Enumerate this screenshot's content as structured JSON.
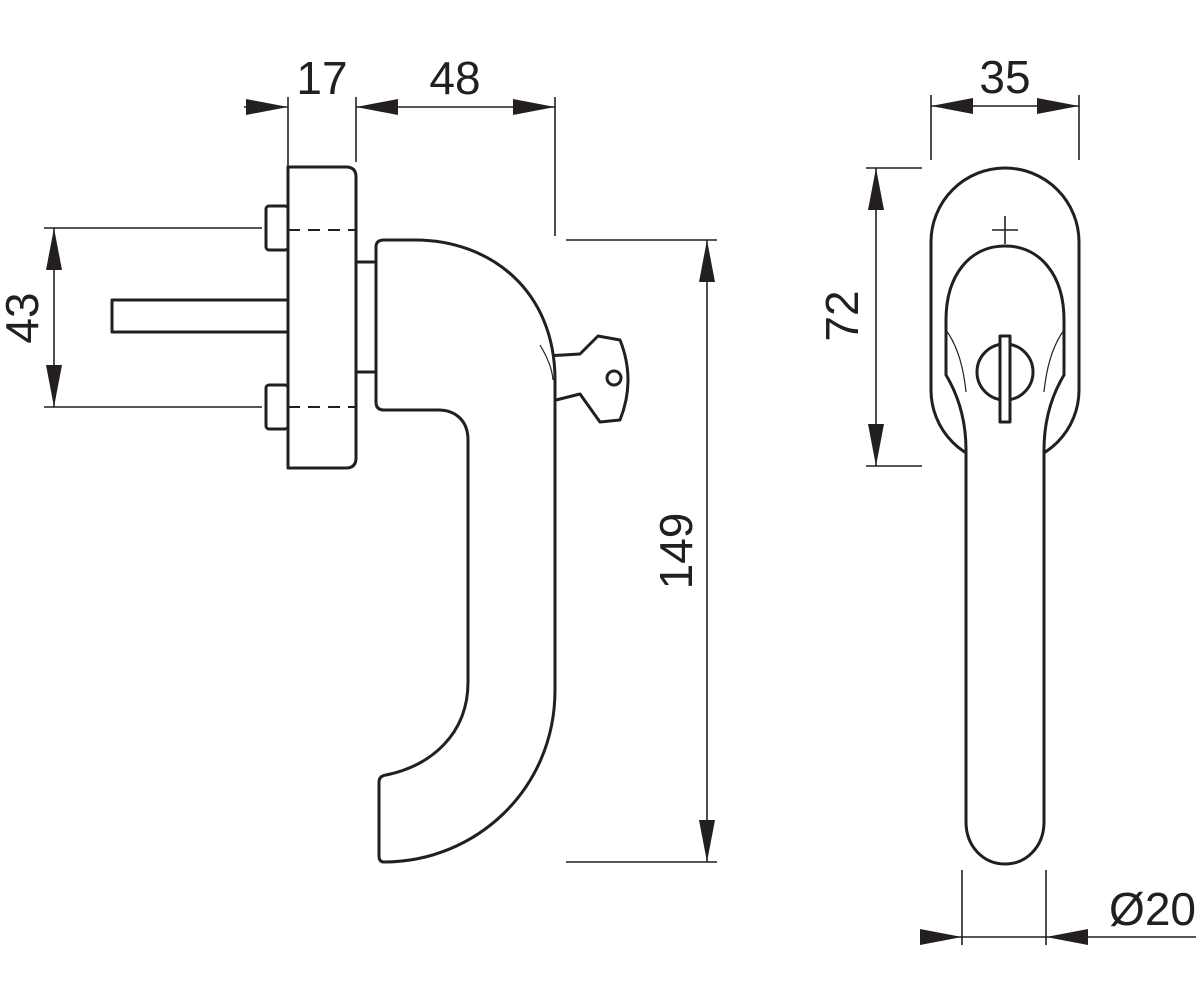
{
  "drawing": {
    "stroke_color": "#231f20",
    "background": "#ffffff",
    "dimensions": {
      "rose_depth": "17",
      "handle_projection": "48",
      "screw_spacing": "43",
      "handle_length": "149",
      "rose_width": "35",
      "rose_height": "72",
      "grip_diameter": "Ø20"
    },
    "icons": [
      "key-icon",
      "lock-cylinder-icon"
    ]
  }
}
